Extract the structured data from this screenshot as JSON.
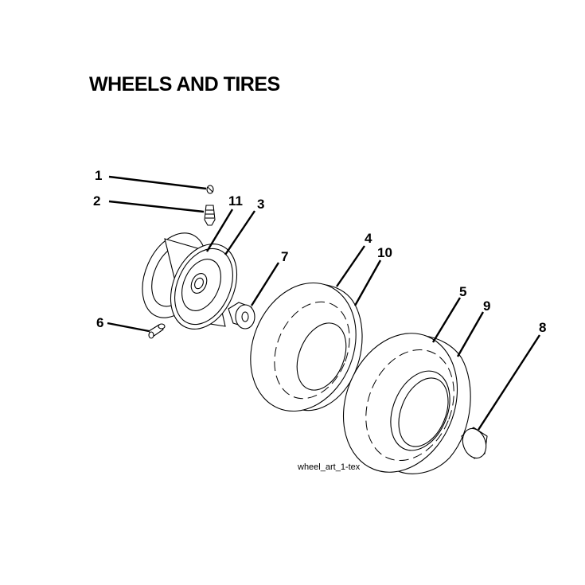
{
  "title": "WHEELS AND TIRES",
  "reference": "wheel_art_1-tex",
  "callouts": {
    "c1": "1",
    "c2": "2",
    "c3": "3",
    "c4": "4",
    "c5": "5",
    "c6": "6",
    "c7": "7",
    "c8": "8",
    "c9": "9",
    "c10": "10",
    "c11": "11"
  }
}
